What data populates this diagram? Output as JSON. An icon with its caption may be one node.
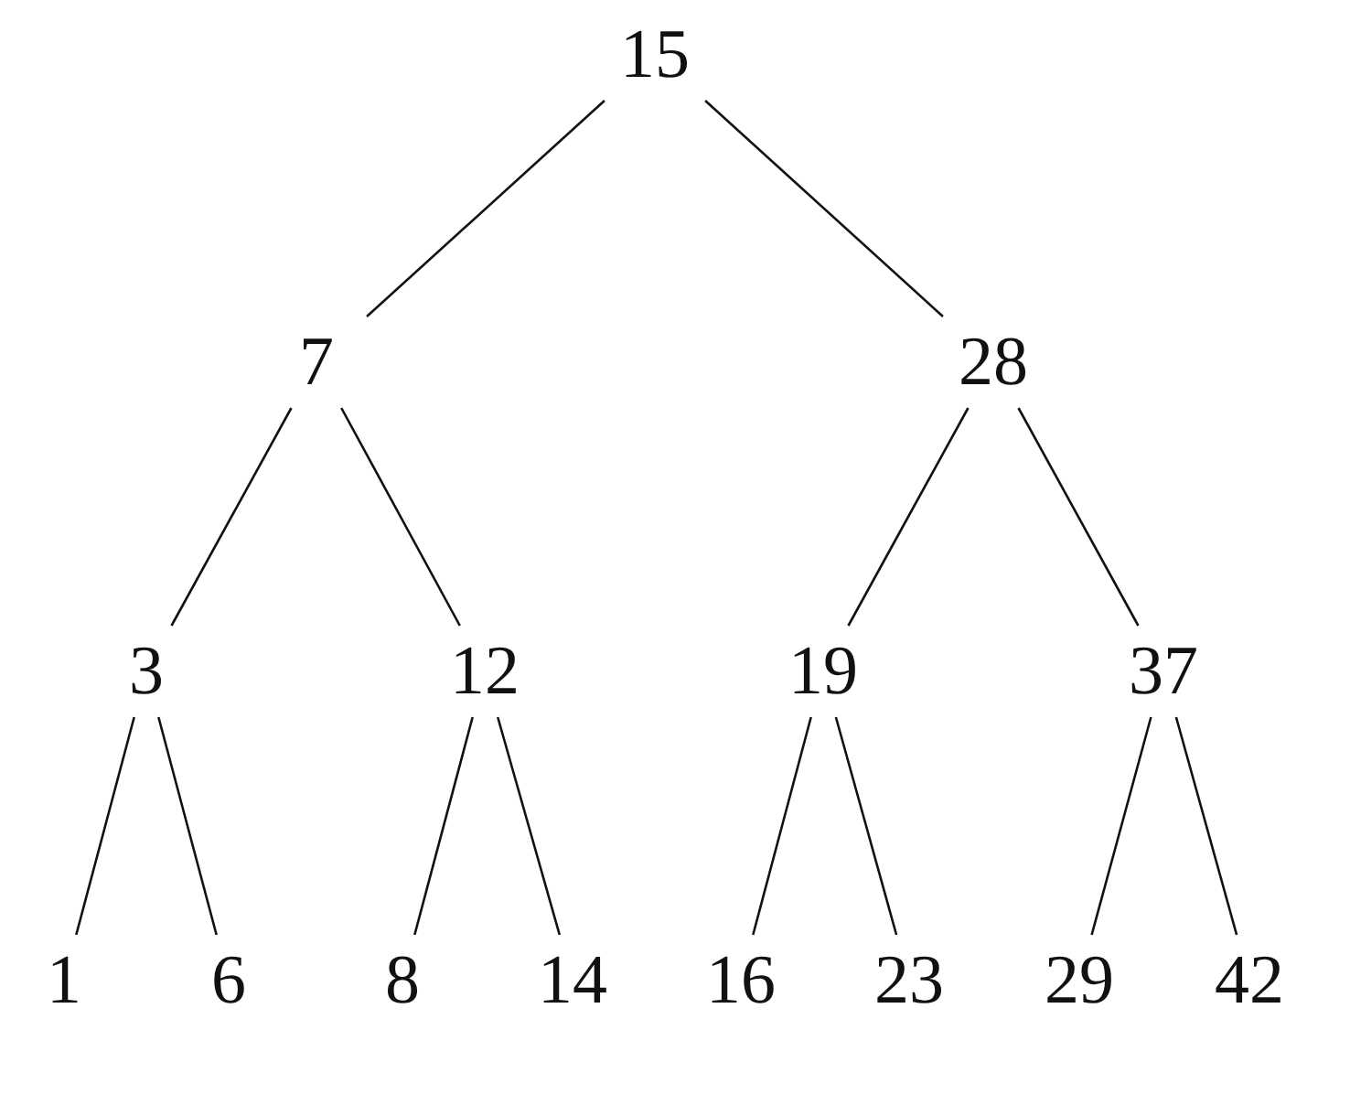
{
  "diagram": {
    "nodes": [
      {
        "text": [
          "15"
        ]
      },
      {
        "text": [
          "7"
        ]
      },
      {
        "text": [
          "28"
        ]
      },
      {
        "text": [
          "3"
        ]
      },
      {
        "text": [
          "12"
        ]
      },
      {
        "text": [
          "19"
        ]
      },
      {
        "text": [
          "37"
        ]
      },
      {
        "text": [
          "1"
        ]
      },
      {
        "text": [
          "6"
        ]
      },
      {
        "text": [
          "8"
        ]
      },
      {
        "text": [
          "14"
        ]
      },
      {
        "text": [
          "16"
        ]
      },
      {
        "text": [
          "23"
        ]
      },
      {
        "text": [
          "29"
        ]
      },
      {
        "text": [
          "42"
        ]
      }
    ],
    "edges": [
      {
        "from": 0,
        "to": 1,
        "arrow": "none"
      },
      {
        "from": 0,
        "to": 2,
        "arrow": "none"
      },
      {
        "from": 1,
        "to": 3,
        "arrow": "none"
      },
      {
        "from": 1,
        "to": 4,
        "arrow": "none"
      },
      {
        "from": 2,
        "to": 5,
        "arrow": "none"
      },
      {
        "from": 2,
        "to": 6,
        "arrow": "none"
      },
      {
        "from": 3,
        "to": 7,
        "arrow": "none"
      },
      {
        "from": 3,
        "to": 8,
        "arrow": "none"
      },
      {
        "from": 4,
        "to": 9,
        "arrow": "none"
      },
      {
        "from": 4,
        "to": 10,
        "arrow": "none"
      },
      {
        "from": 5,
        "to": 11,
        "arrow": "none"
      },
      {
        "from": 5,
        "to": 12,
        "arrow": "none"
      },
      {
        "from": 6,
        "to": 13,
        "arrow": "none"
      },
      {
        "from": 6,
        "to": 14,
        "arrow": "none"
      }
    ]
  }
}
